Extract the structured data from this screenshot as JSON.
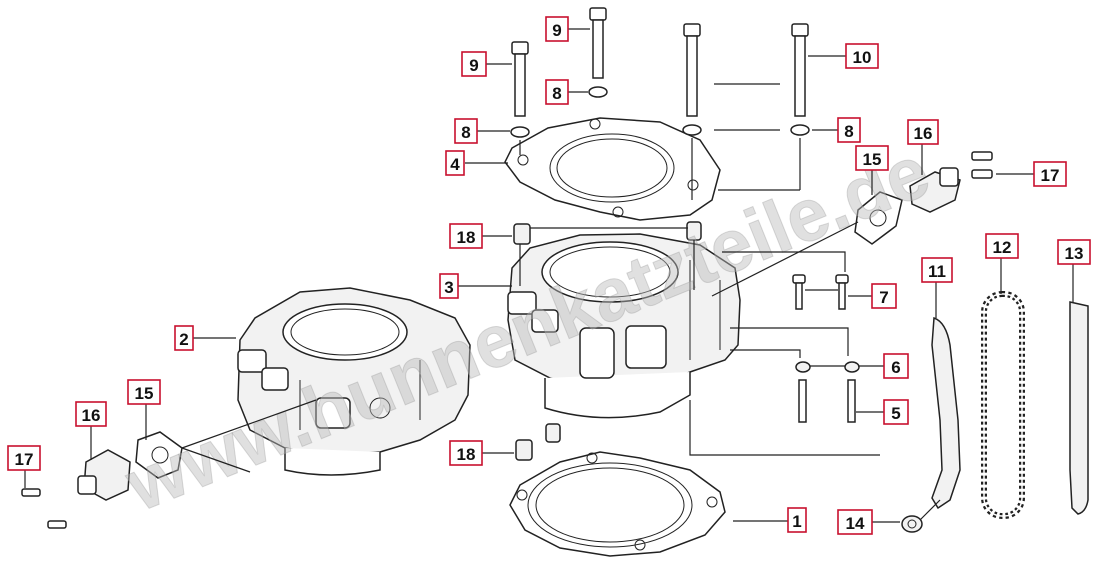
{
  "diagram": {
    "watermark": "www.hunnenkatzteile.de",
    "colors": {
      "callout_border": "#c8102e",
      "line": "#222222",
      "watermark": "#bbbbbb"
    }
  },
  "callouts": [
    {
      "id": "c1",
      "label": "1"
    },
    {
      "id": "c2",
      "label": "2"
    },
    {
      "id": "c3",
      "label": "3"
    },
    {
      "id": "c4",
      "label": "4"
    },
    {
      "id": "c5",
      "label": "5"
    },
    {
      "id": "c6",
      "label": "6"
    },
    {
      "id": "c7",
      "label": "7"
    },
    {
      "id": "c8a",
      "label": "8"
    },
    {
      "id": "c8b",
      "label": "8"
    },
    {
      "id": "c8c",
      "label": "8"
    },
    {
      "id": "c9a",
      "label": "9"
    },
    {
      "id": "c9b",
      "label": "9"
    },
    {
      "id": "c10",
      "label": "10"
    },
    {
      "id": "c11",
      "label": "11"
    },
    {
      "id": "c12",
      "label": "12"
    },
    {
      "id": "c13",
      "label": "13"
    },
    {
      "id": "c14",
      "label": "14"
    },
    {
      "id": "c15a",
      "label": "15"
    },
    {
      "id": "c15b",
      "label": "15"
    },
    {
      "id": "c16a",
      "label": "16"
    },
    {
      "id": "c16b",
      "label": "16"
    },
    {
      "id": "c17a",
      "label": "17"
    },
    {
      "id": "c17b",
      "label": "17"
    },
    {
      "id": "c18a",
      "label": "18"
    },
    {
      "id": "c18b",
      "label": "18"
    }
  ]
}
